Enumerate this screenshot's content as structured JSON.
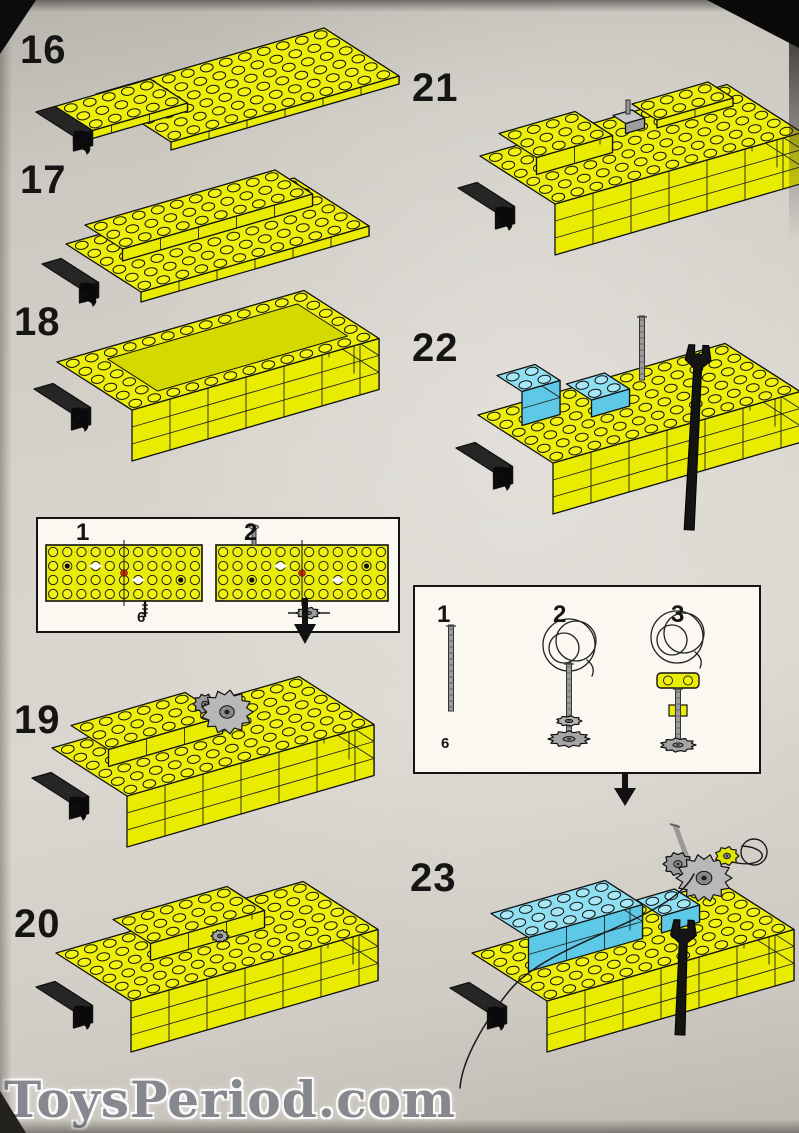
{
  "page": {
    "watermark": "ToysPeriod.com"
  },
  "steps": [
    {
      "number": "16"
    },
    {
      "number": "17"
    },
    {
      "number": "18"
    },
    {
      "number": "19"
    },
    {
      "number": "20"
    },
    {
      "number": "21"
    },
    {
      "number": "22"
    },
    {
      "number": "23"
    }
  ],
  "inset_top": {
    "item_labels": [
      "1",
      "2"
    ],
    "axle_length_label": "6"
  },
  "inset_right": {
    "item_labels": [
      "1",
      "2",
      "3"
    ],
    "axle_length_label": "6"
  },
  "colors": {
    "brick_yellow": "#e9ec00",
    "brick_blue": "#5ec9e6",
    "marker_red": "#d62f00",
    "paper_gray": "#d6d2cb"
  }
}
